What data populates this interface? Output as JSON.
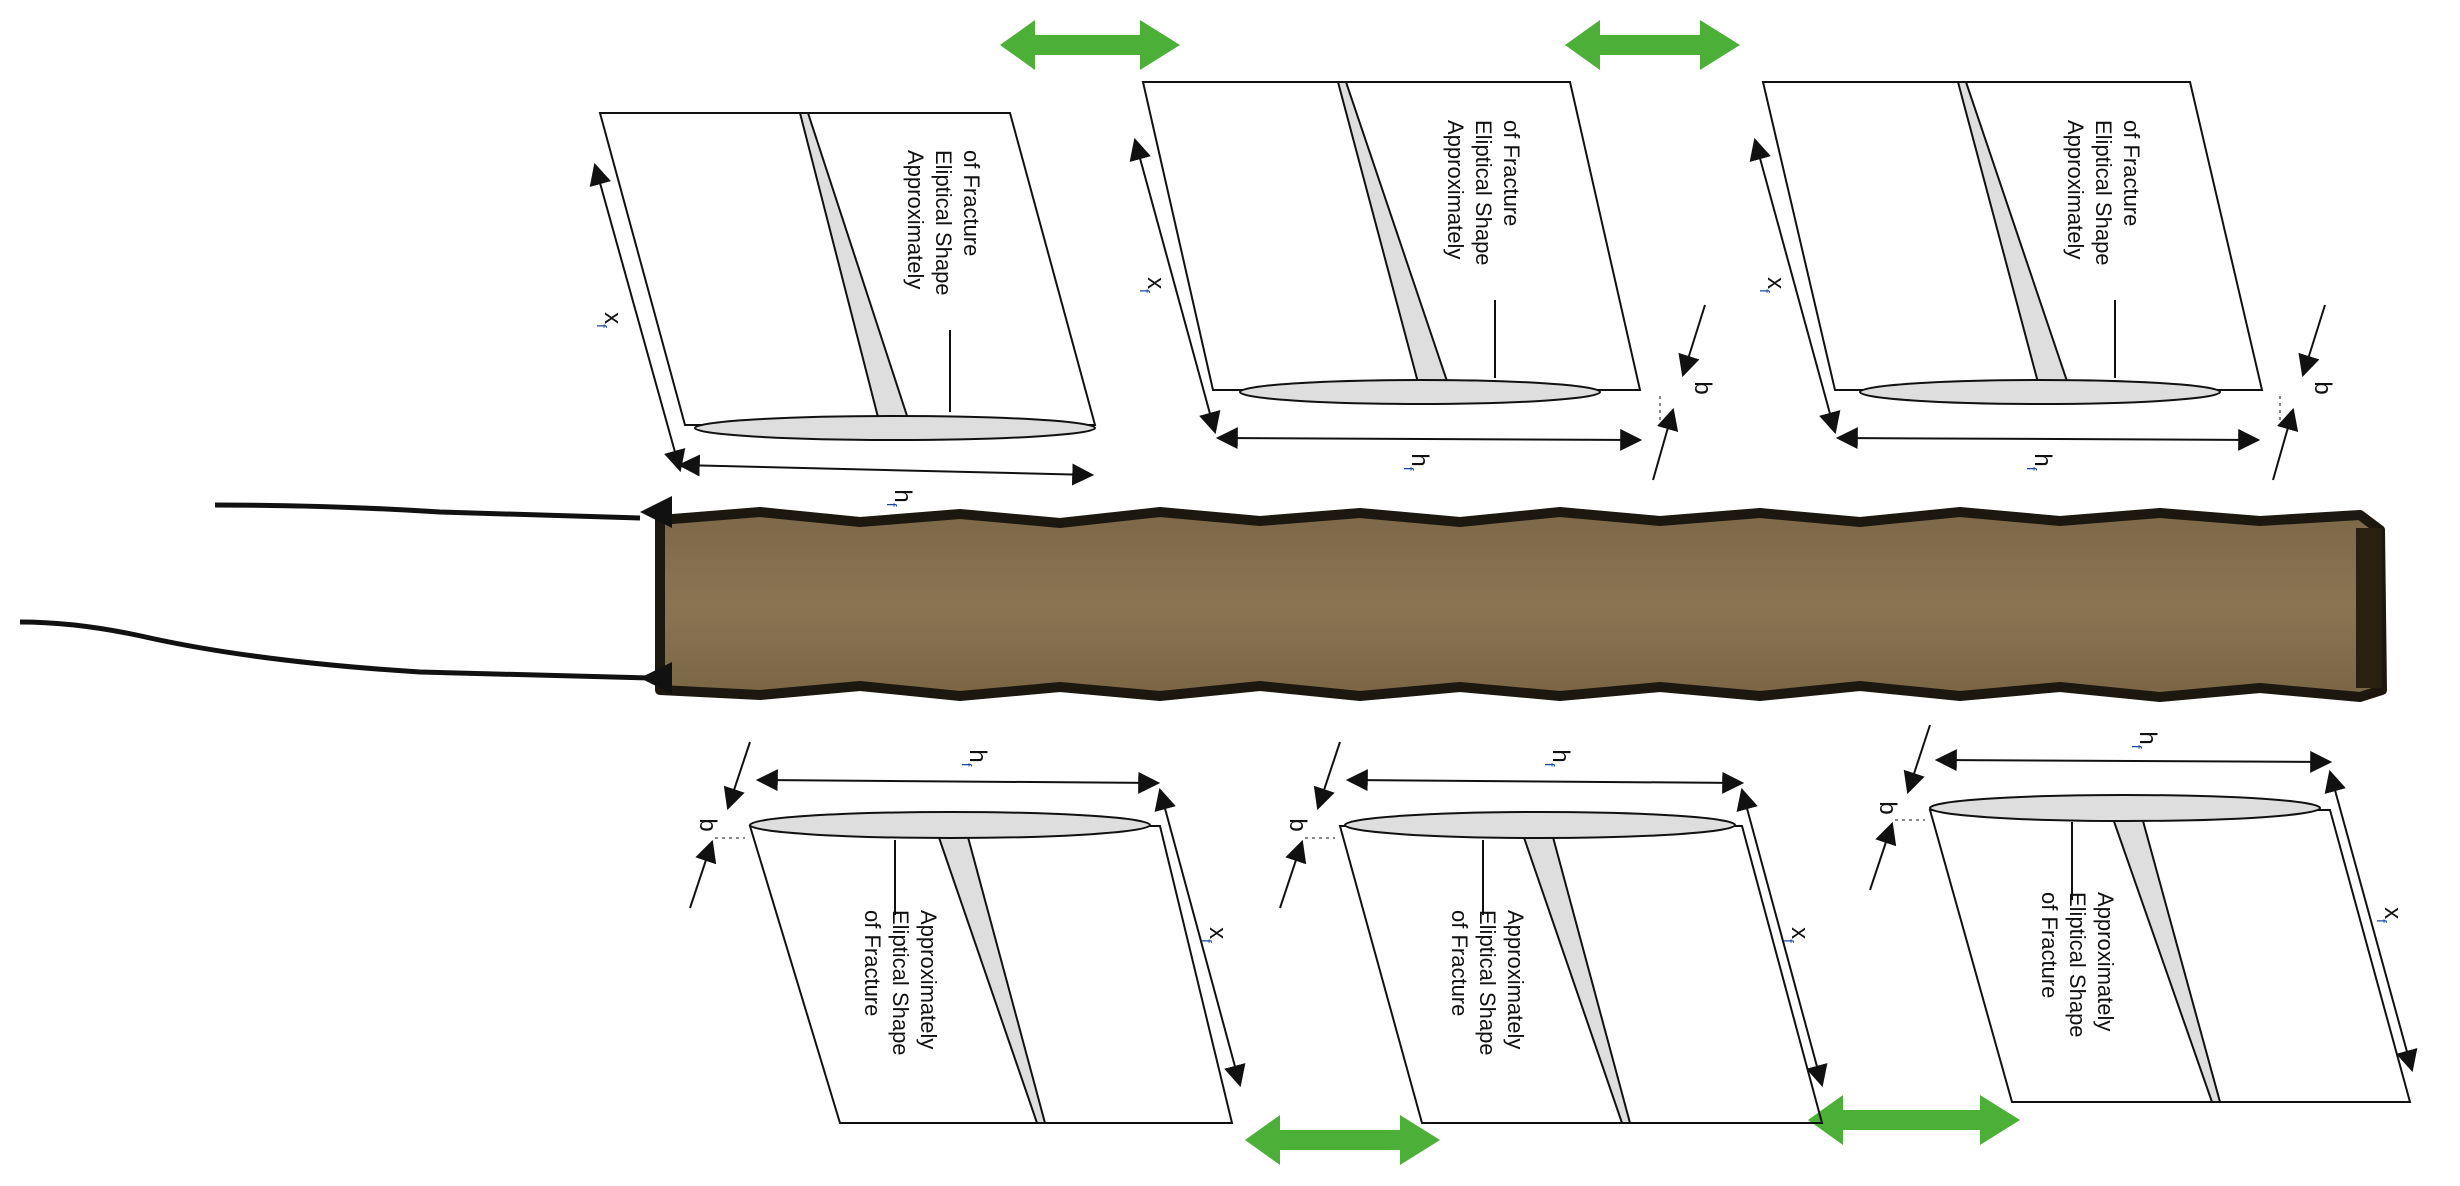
{
  "labels": {
    "fracture_shape_line1": "Approximately",
    "fracture_shape_line2": "Eliptical Shape",
    "fracture_shape_line3": "of Fracture",
    "length_symbol": "x",
    "length_subscript": "f",
    "height_symbol": "h",
    "height_subscript": "f",
    "width_symbol": "b"
  },
  "colors": {
    "formation": "#85704f",
    "formation_edge": "#1d180f",
    "fracture_fill": "#dedede",
    "spacing_arrow": "#4caf38",
    "line": "#111111"
  },
  "icons": [
    "double-arrow-icon",
    "dimension-arrow-icon"
  ]
}
